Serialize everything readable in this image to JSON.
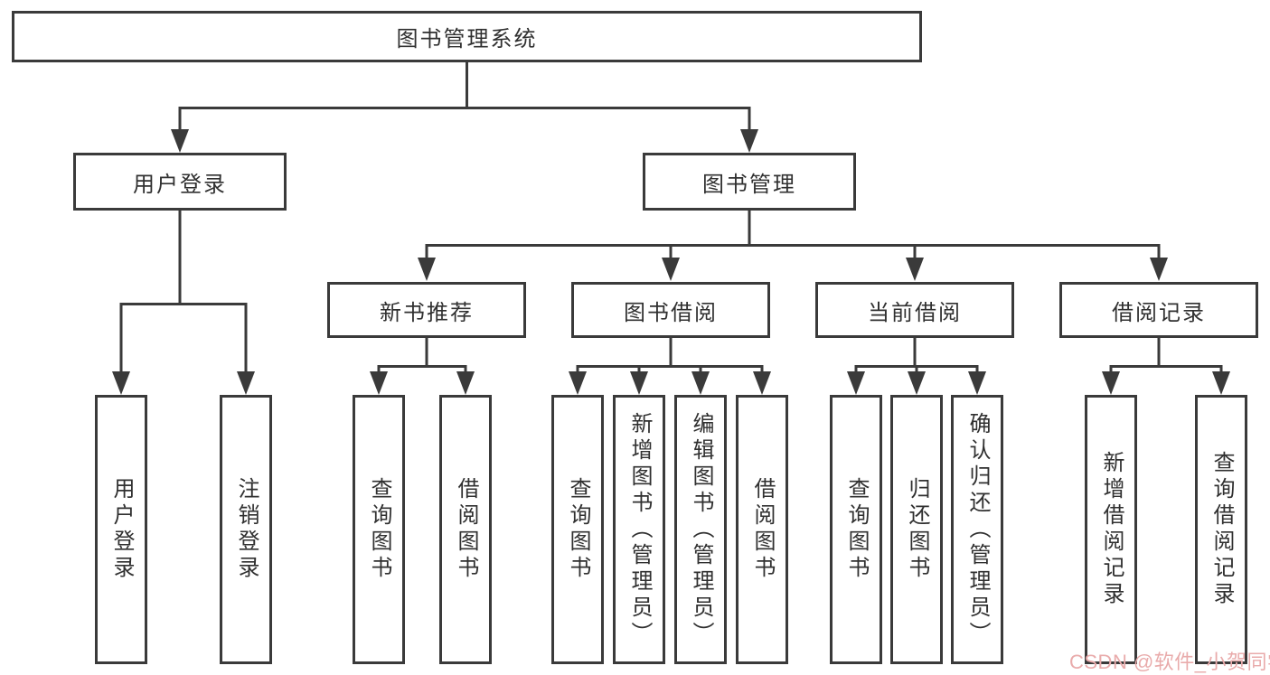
{
  "diagram": {
    "type": "hierarchy",
    "root": {
      "label": "图书管理系统"
    },
    "branches": [
      {
        "label": "用户登录",
        "children": [
          {
            "label": "用户登录"
          },
          {
            "label": "注销登录"
          }
        ]
      },
      {
        "label": "图书管理",
        "children": [
          {
            "label": "新书推荐",
            "children": [
              {
                "label": "查询图书"
              },
              {
                "label": "借阅图书"
              }
            ]
          },
          {
            "label": "图书借阅",
            "children": [
              {
                "label": "查询图书"
              },
              {
                "label": "新增图书（管理员）"
              },
              {
                "label": "编辑图书（管理员）"
              },
              {
                "label": "借阅图书"
              }
            ]
          },
          {
            "label": "当前借阅",
            "children": [
              {
                "label": "查询图书"
              },
              {
                "label": "归还图书"
              },
              {
                "label": "确认归还（管理员）"
              }
            ]
          },
          {
            "label": "借阅记录",
            "children": [
              {
                "label": "新增借阅记录"
              },
              {
                "label": "查询借阅记录"
              }
            ]
          }
        ]
      }
    ],
    "colors": {
      "line": "#3a3a3a",
      "box_background": "#ffffff",
      "text": "#303030",
      "watermark": "#e9abab"
    },
    "watermark": {
      "text": "CSDN @软件_小贺同学"
    }
  }
}
